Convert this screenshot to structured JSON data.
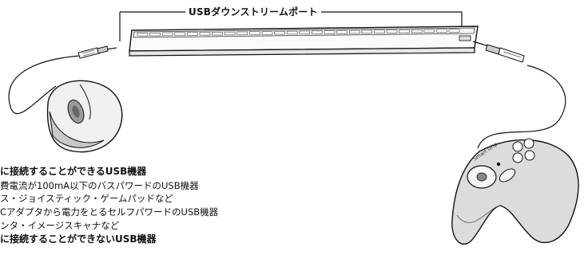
{
  "diagram": {
    "callout_label": "USBダウンストリームポート",
    "mouse_icon": "usb-mouse-icon",
    "keyboard_icon": "usb-keyboard-hub-icon",
    "gamepad_icon": "usb-gamepad-icon",
    "gamepad_brand_text": "Smart Grip"
  },
  "notes": {
    "heading": "に接続することができるUSB機器",
    "lines": [
      "費電流が100mA以下のバスパワードのUSB機器",
      "ス・ジョイスティック・ゲームパッドなど",
      "Cアダプタから電力をとるセルフパワードのUSB機器",
      "ンタ・イメージスキャナなど",
      "に接続することができないUSB機器"
    ]
  }
}
